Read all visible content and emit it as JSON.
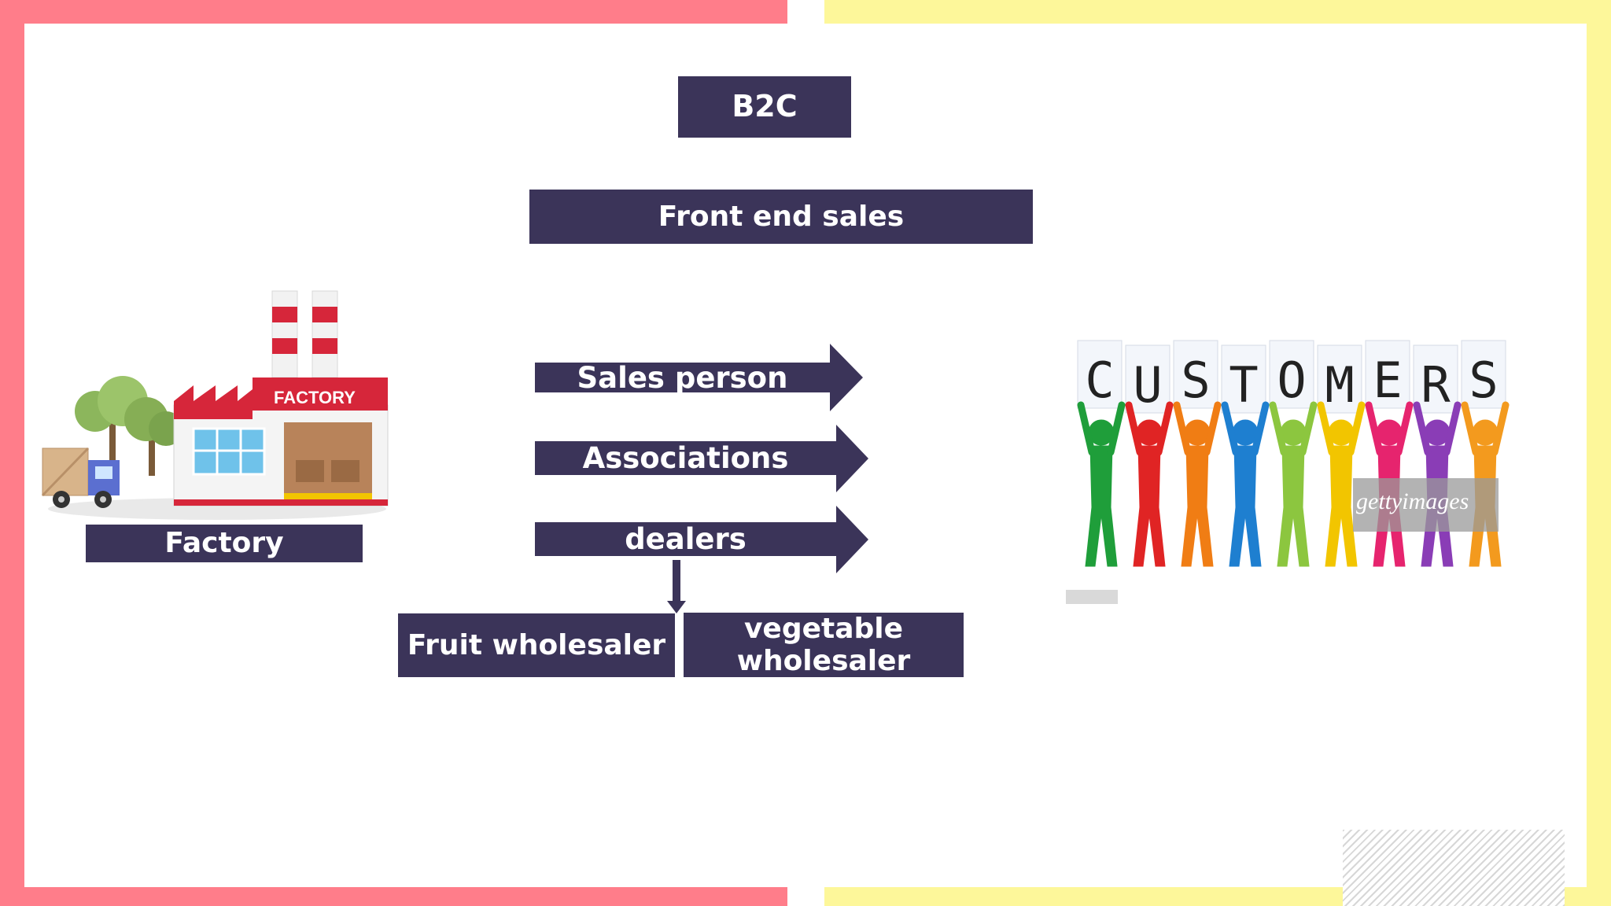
{
  "slide": {
    "colors": {
      "box": "#3b3459",
      "pink": "#ff7d8a",
      "yellow": "#fdf79a",
      "box_text": "#ffffff"
    }
  },
  "diagram": {
    "title": "B2C",
    "subtitle": "Front end sales",
    "source_label": "Factory",
    "channels": [
      {
        "label": "Sales person"
      },
      {
        "label": "Associations"
      },
      {
        "label": "dealers"
      }
    ],
    "dealer_children": [
      {
        "label": "Fruit wholesaler"
      },
      {
        "label_line1": "vegetable",
        "label_line2": "wholesaler"
      }
    ]
  },
  "factory_image": {
    "sign_text": "FACTORY",
    "icon": "factory-icon"
  },
  "customers_image": {
    "letters": [
      "C",
      "U",
      "S",
      "T",
      "O",
      "M",
      "E",
      "R",
      "S"
    ],
    "figure_colors": [
      "#1f9e3a",
      "#e02424",
      "#f07d14",
      "#1e7fd0",
      "#8cc63f",
      "#f2c500",
      "#e6246e",
      "#8a3db6",
      "#f39a1e"
    ],
    "watermark": "gettyimages",
    "icon": "customers-icon"
  }
}
